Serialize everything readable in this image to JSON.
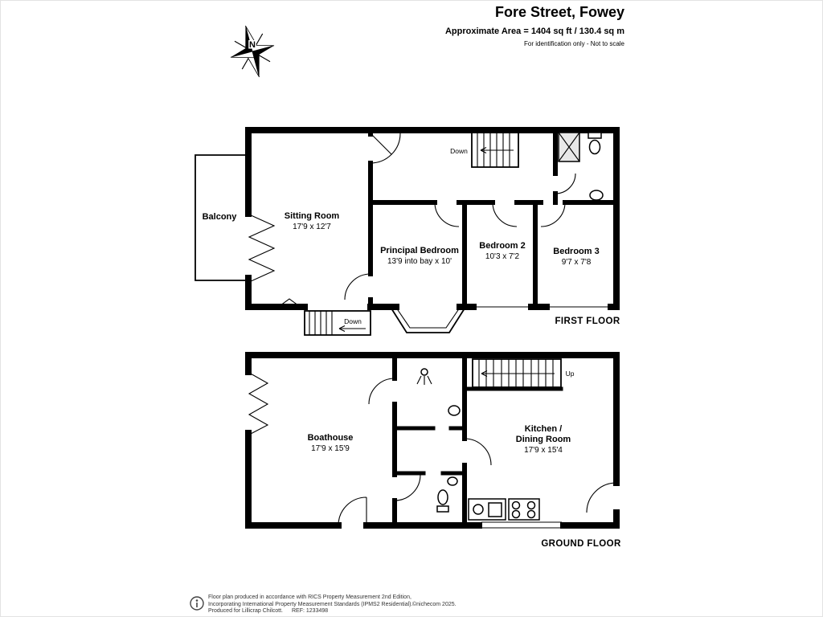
{
  "header": {
    "title": "Fore Street, Fowey",
    "subtitle": "Approximate Area = 1404 sq ft / 130.4 sq m",
    "note": "For identification only - Not to scale"
  },
  "compass": {
    "north": "N"
  },
  "colors": {
    "walls": "#000000",
    "background": "#ffffff",
    "shower_fill": "#e8e8e8"
  },
  "icons": [
    "compass-rose-icon",
    "info-icon",
    "toilet-icon",
    "sink-icon",
    "shower-icon",
    "hob-icon"
  ],
  "ff": {
    "label": "FIRST FLOOR",
    "balcony": "Balcony",
    "sitting": {
      "name": "Sitting Room",
      "dims": "17'9 x 12'7"
    },
    "principal": {
      "name": "Principal Bedroom",
      "dims": "13'9 into bay x 10'"
    },
    "bed2": {
      "name": "Bedroom 2",
      "dims": "10'3 x 7'2"
    },
    "bed3": {
      "name": "Bedroom 3",
      "dims": "9'7 x 7'8"
    },
    "down_top": "Down",
    "down_bottom": "Down"
  },
  "gf": {
    "label": "GROUND FLOOR",
    "boathouse": {
      "name": "Boathouse",
      "dims": "17'9 x 15'9"
    },
    "kitchen": {
      "name": "Kitchen /",
      "name2": "Dining Room",
      "dims": "17'9 x 15'4"
    },
    "up": "Up"
  },
  "footer": {
    "line1": "Floor plan produced in accordance with RICS Property Measurement 2nd Edition,",
    "line2": "Incorporating International Property Measurement Standards (IPMS2 Residential).",
    "copyright": "©nichecom 2025.",
    "line3": "Produced for Lillicrap Chilcott.",
    "ref": "REF: 1233498"
  }
}
